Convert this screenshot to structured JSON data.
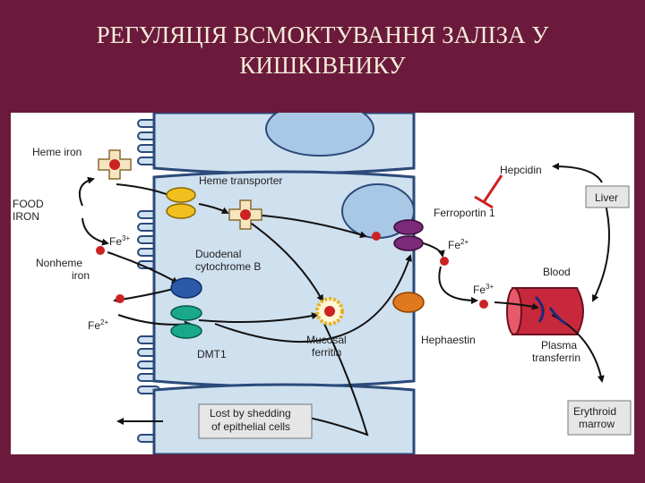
{
  "slide": {
    "title_line1": "РЕГУЛЯЦІЯ ВСМОКТУВАННЯ ЗАЛІЗА У",
    "title_line2": "КИШКІВНИКУ"
  },
  "diagram": {
    "labels": {
      "heme_iron": "Heme iron",
      "food_iron_1": "FOOD",
      "food_iron_2": "IRON",
      "nonheme_1": "Nonheme",
      "nonheme_2": "iron",
      "heme_transporter": "Heme transporter",
      "duodenal_1": "Duodenal",
      "duodenal_2": "cytochrome B",
      "dmt1": "DMT1",
      "mucosal_1": "Mucosal",
      "mucosal_2": "ferritin",
      "ferroportin": "Ferroportin 1",
      "hephaestin": "Hephaestin",
      "hepcidin": "Hepcidin",
      "liver": "Liver",
      "blood": "Blood",
      "plasma_1": "Plasma",
      "plasma_2": "transferrin",
      "erythroid_1": "Erythroid",
      "erythroid_2": "marrow",
      "lost_1": "Lost by shedding",
      "lost_2": "of epithelial cells",
      "fe3_lumen": "Fe",
      "fe3_lumen_sup": "3+",
      "fe2_lumen": "Fe",
      "fe2_lumen_sup": "2+",
      "fe2_basal": "Fe",
      "fe2_basal_sup": "2+",
      "fe3_blood": "Fe",
      "fe3_blood_sup": "3+"
    },
    "colors": {
      "cell": "#cfe0ef",
      "membrane": "#2b4a7a",
      "nucleus": "#a9c8e6",
      "iron": "#cc2222",
      "heme_transporter": "#f0c020",
      "cytochrome_b": "#2a5aa8",
      "dmt1": "#1aa88a",
      "ferroportin": "#7a2a7a",
      "hephaestin": "#e07820",
      "ferritin": "#e8b020",
      "blood_vessel": "#c8283c",
      "label_box": "#e6e6e6"
    }
  }
}
